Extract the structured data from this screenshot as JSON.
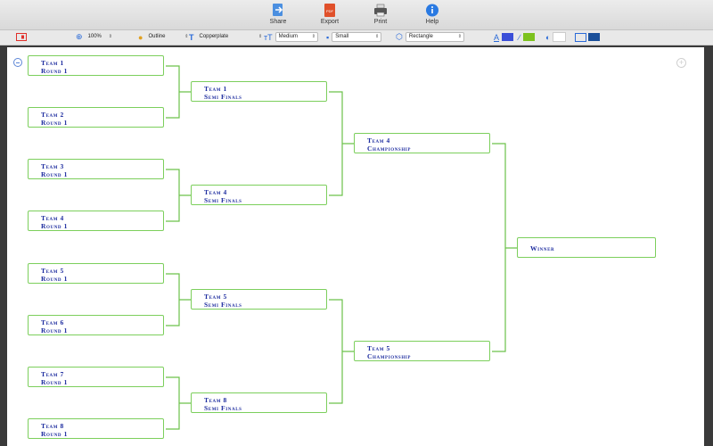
{
  "toolbar": {
    "share": "Share",
    "export": "Export",
    "print": "Print",
    "help": "Help"
  },
  "format": {
    "zoom": "100%",
    "style": "Outline",
    "font": "Copperplate",
    "font_size": "Medium",
    "node_size": "Small",
    "shape": "Rectangle"
  },
  "colors": {
    "accent": "#2a6ad8",
    "line": "#6cc24a",
    "text": "#1b2a9e",
    "swatch_blue": "#3b4fd8",
    "swatch_green": "#7dc21e",
    "swatch_navy": "#1a4f9a"
  },
  "bracket": {
    "round1": [
      {
        "team": "Team 1",
        "round": "Round 1"
      },
      {
        "team": "Team 2",
        "round": "Round 1"
      },
      {
        "team": "Team 3",
        "round": "Round 1"
      },
      {
        "team": "Team 4",
        "round": "Round 1"
      },
      {
        "team": "Team 5",
        "round": "Round 1"
      },
      {
        "team": "Team 6",
        "round": "Round 1"
      },
      {
        "team": "Team 7",
        "round": "Round 1"
      },
      {
        "team": "Team 8",
        "round": "Round 1"
      }
    ],
    "semis": [
      {
        "team": "Team 1",
        "round": "Semi Finals"
      },
      {
        "team": "Team 4",
        "round": "Semi Finals"
      },
      {
        "team": "Team 5",
        "round": "Semi Finals"
      },
      {
        "team": "Team 8",
        "round": "Semi Finals"
      }
    ],
    "finals": [
      {
        "team": "Team 4",
        "round": "Championship"
      },
      {
        "team": "Team 5",
        "round": "Championship"
      }
    ],
    "winner": "Winner"
  }
}
